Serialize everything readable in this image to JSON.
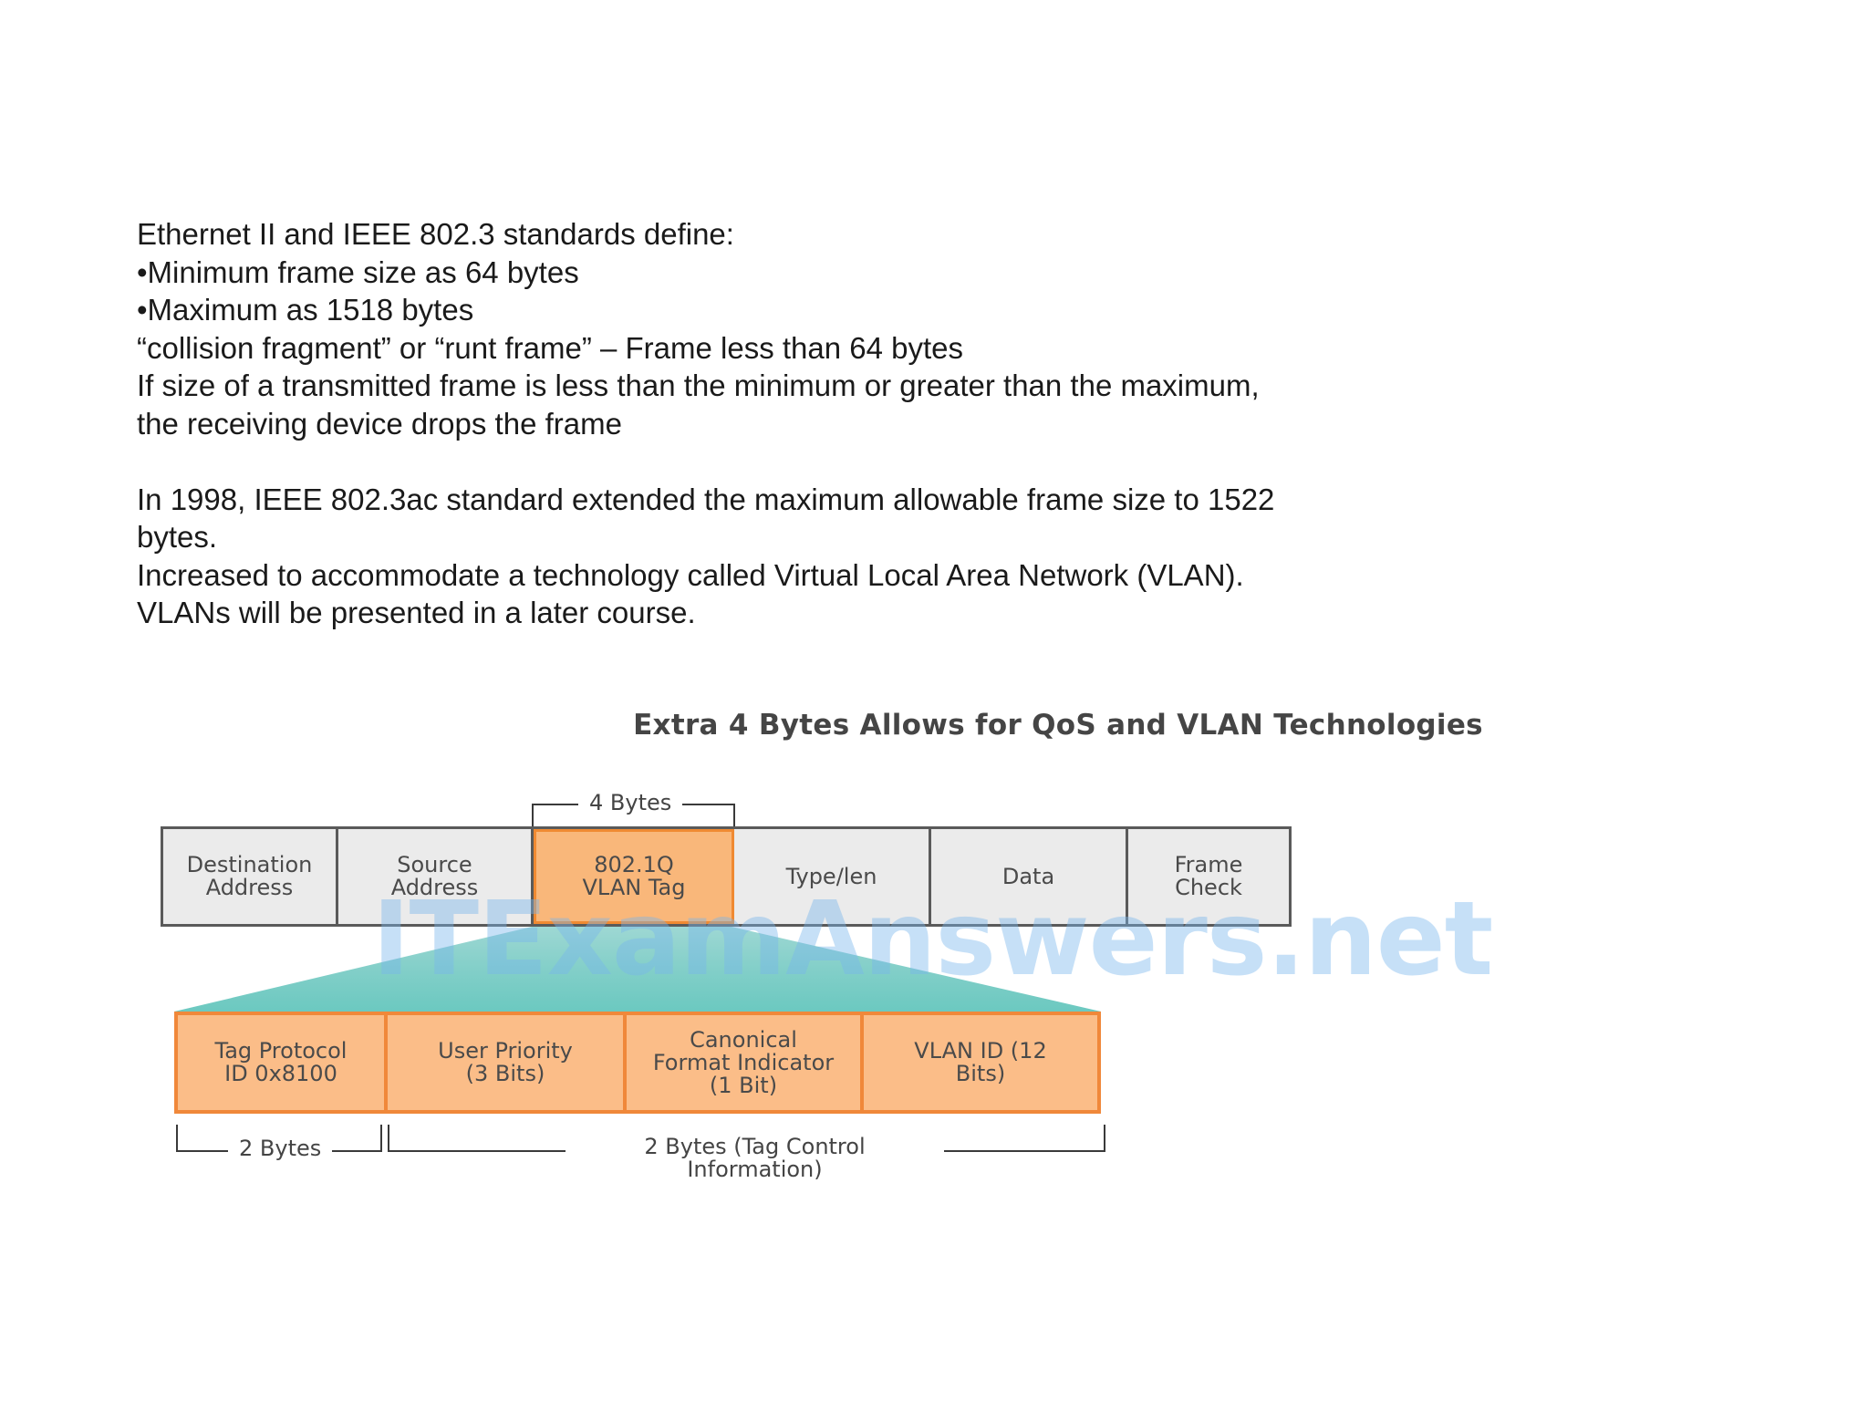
{
  "text_lines": [
    "Ethernet II and IEEE 802.3 standards define:",
    "•Minimum frame size as 64 bytes",
    "•Maximum as 1518 bytes",
    "“collision fragment” or “runt frame” – Frame less than 64 bytes",
    "If size of a transmitted frame is less than the minimum or greater than the maximum,",
    "the receiving device drops the frame"
  ],
  "text_lines_2": [
    "In 1998, IEEE 802.3ac standard extended the maximum allowable frame size to 1522",
    "bytes.",
    "Increased to accommodate a technology called Virtual Local Area Network (VLAN).",
    "VLANs will be presented in a later course."
  ],
  "diagram": {
    "title": "Extra 4 Bytes Allows for QoS and VLAN Technologies",
    "top_brace_label": "4 Bytes",
    "frame_fields": [
      "Destination\nAddress",
      "Source\nAddress",
      "802.1Q\nVLAN Tag",
      "Type/len",
      "Data",
      "Frame\nCheck"
    ],
    "tag_fields": [
      "Tag Protocol\nID 0x8100",
      "User Priority\n(3 Bits)",
      "Canonical\nFormat Indicator\n(1 Bit)",
      "VLAN ID (12\nBits)"
    ],
    "bottom_brace_left": "2 Bytes",
    "bottom_brace_right": "2 Bytes (Tag Control\nInformation)",
    "watermark": "ITExamAnswers.net",
    "colors": {
      "highlight_fill": "#f9b77a",
      "highlight_border": "#f08a32",
      "frame_fill": "#ebebeb",
      "wedge": "#5fc0b8"
    }
  }
}
